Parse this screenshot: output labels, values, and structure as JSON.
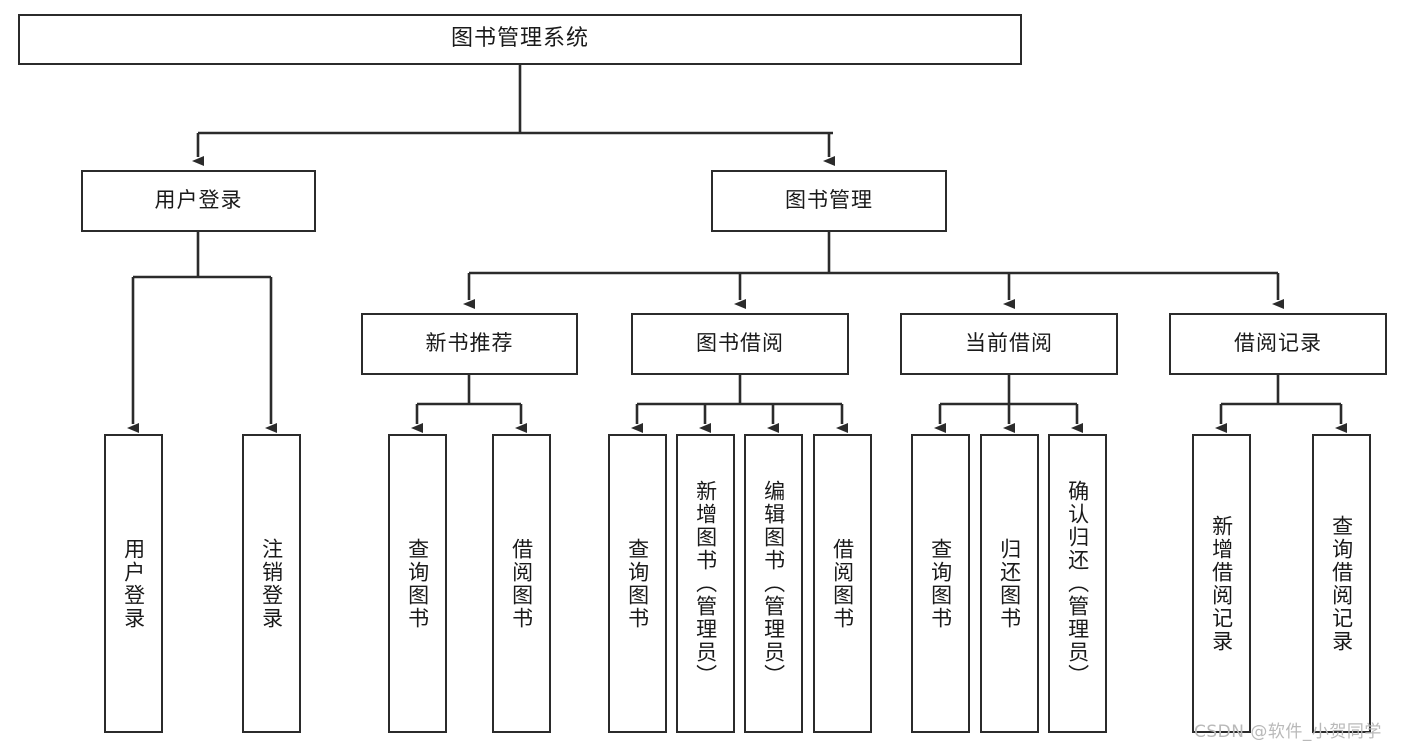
{
  "diagram": {
    "title": "图书管理系统",
    "type": "tree-hierarchy-chart",
    "orientation": "top-down",
    "colors": {
      "box_border": "#2b2b2b",
      "box_fill": "#ffffff",
      "edge": "#2b2b2b",
      "text": "#1a1a1a",
      "watermark": "#b9b9b9",
      "background": "#ffffff"
    },
    "root": {
      "id": "root",
      "label": "图书管理系统"
    },
    "level2": [
      {
        "id": "user-login",
        "label": "用户登录"
      },
      {
        "id": "book-manage",
        "label": "图书管理"
      }
    ],
    "level3": [
      {
        "id": "new-book-rec",
        "label": "新书推荐",
        "parent": "book-manage"
      },
      {
        "id": "book-borrow",
        "label": "图书借阅",
        "parent": "book-manage"
      },
      {
        "id": "current-borrow",
        "label": "当前借阅",
        "parent": "book-manage"
      },
      {
        "id": "borrow-record",
        "label": "借阅记录",
        "parent": "book-manage"
      }
    ],
    "leaves": [
      {
        "id": "leaf-user-login",
        "label": "用户登录",
        "parent": "user-login"
      },
      {
        "id": "leaf-logout",
        "label": "注销登录",
        "parent": "user-login"
      },
      {
        "id": "leaf-query-book-1",
        "label": "查询图书",
        "parent": "new-book-rec"
      },
      {
        "id": "leaf-borrow-book-1",
        "label": "借阅图书",
        "parent": "new-book-rec"
      },
      {
        "id": "leaf-query-book-2",
        "label": "查询图书",
        "parent": "book-borrow"
      },
      {
        "id": "leaf-add-book",
        "label": "新增图书（管理员）",
        "parent": "book-borrow"
      },
      {
        "id": "leaf-edit-book",
        "label": "编辑图书（管理员）",
        "parent": "book-borrow"
      },
      {
        "id": "leaf-borrow-book-2",
        "label": "借阅图书",
        "parent": "book-borrow"
      },
      {
        "id": "leaf-query-book-3",
        "label": "查询图书",
        "parent": "current-borrow"
      },
      {
        "id": "leaf-return-book",
        "label": "归还图书",
        "parent": "current-borrow"
      },
      {
        "id": "leaf-confirm-return",
        "label": "确认归还（管理员）",
        "parent": "current-borrow"
      },
      {
        "id": "leaf-add-record",
        "label": "新增借阅记录",
        "parent": "borrow-record"
      },
      {
        "id": "leaf-query-record",
        "label": "查询借阅记录",
        "parent": "borrow-record"
      }
    ],
    "watermark": "CSDN @软件_小贺同学"
  }
}
